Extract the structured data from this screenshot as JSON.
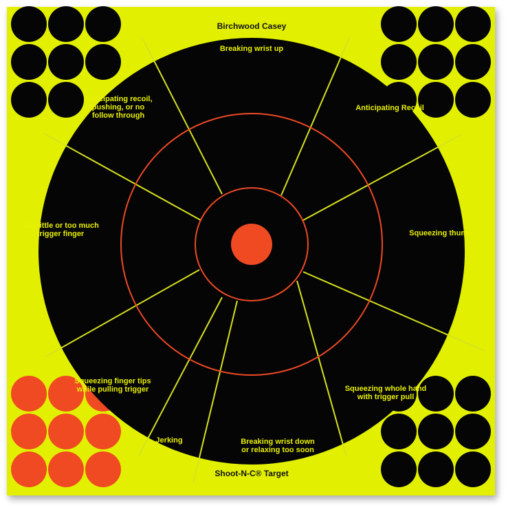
{
  "brand": {
    "top": "Birchwood Casey",
    "bottom": "Shoot-N-C® Target"
  },
  "colors": {
    "paper": "#e2f000",
    "target_black": "#050505",
    "divider": "#d6e21e",
    "ring": "#ef4a25",
    "bullseye": "#f04a23",
    "label": "#e8f000",
    "shadow": "#c9c9c9"
  },
  "segments": [
    {
      "id": "top",
      "lines": [
        "Breaking wrist up"
      ]
    },
    {
      "id": "upper-right",
      "lines": [
        "Anticipating Recoil"
      ]
    },
    {
      "id": "right",
      "lines": [
        "Squeezing thumb"
      ]
    },
    {
      "id": "lower-right",
      "lines": [
        "Squeezing whole hand",
        "with trigger pull"
      ]
    },
    {
      "id": "bottom",
      "lines": [
        "Breaking wrist down",
        "or relaxing too soon"
      ]
    },
    {
      "id": "bottom-left",
      "lines": [
        "Jerking"
      ]
    },
    {
      "id": "lower-left",
      "lines": [
        "Squeezing finger tips",
        "while pulling trigger"
      ]
    },
    {
      "id": "left",
      "lines": [
        "Too little or too much",
        "trigger finger"
      ]
    },
    {
      "id": "upper-left",
      "lines": [
        "Anticipating recoil,",
        "pushing, or no",
        "follow through"
      ]
    }
  ],
  "corner_pasters": {
    "top_left": {
      "color": "black",
      "count": 8
    },
    "top_right": {
      "color": "black",
      "count": 9
    },
    "bottom_left": {
      "color": "orange",
      "count": 9
    },
    "bottom_right": {
      "color": "black",
      "count": 9
    }
  },
  "icons": {
    "bullseye": "bullseye-icon",
    "paster": "paster-dot-icon"
  }
}
